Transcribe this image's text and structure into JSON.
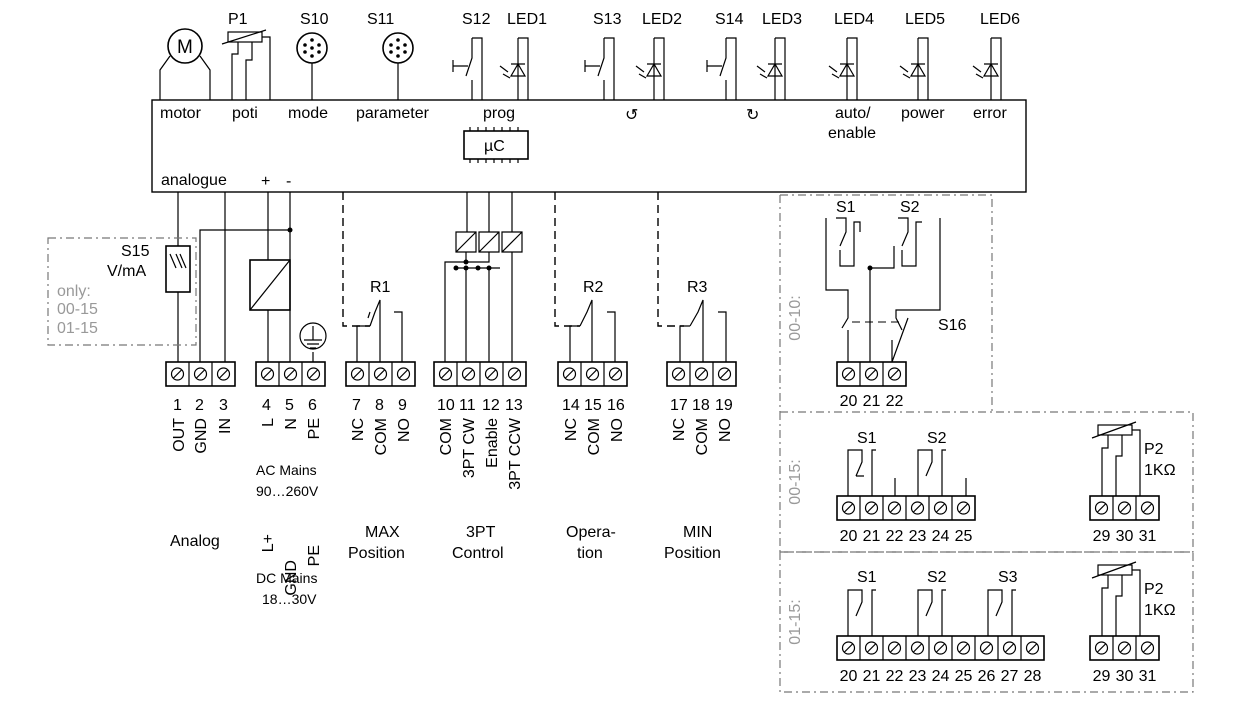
{
  "top_labels": [
    "P1",
    "S10",
    "S11",
    "S12",
    "LED1",
    "S13",
    "LED2",
    "S14",
    "LED3",
    "LED4",
    "LED5",
    "LED6"
  ],
  "motor_symbol": "M",
  "controller": {
    "labels": [
      "motor",
      "poti",
      "mode",
      "parameter",
      "prog"
    ],
    "ccw_symbol": "↺",
    "cw_symbol": "↻",
    "auto_line1": "auto/",
    "auto_line2": "enable",
    "power": "power",
    "error": "error",
    "uc": "µC",
    "analogue": "analogue",
    "plus": "+",
    "minus": "-"
  },
  "s15": {
    "name": "S15",
    "mode": "V/mA",
    "only": "only:",
    "v1": "00-15",
    "v2": "01-15"
  },
  "relays": {
    "r1": "R1",
    "r2": "R2",
    "r3": "R3"
  },
  "terminal_numbers": [
    "1",
    "2",
    "3",
    "4",
    "5",
    "6",
    "7",
    "8",
    "9",
    "10",
    "11",
    "12",
    "13",
    "14",
    "15",
    "16",
    "17",
    "18",
    "19"
  ],
  "terminal_funcs": {
    "t1": "OUT",
    "t2": "GND",
    "t3": "IN",
    "t4": "L",
    "t5": "N",
    "t6": "PE",
    "t7": "NC",
    "t8": "COM",
    "t9": "NO",
    "t10": "COM",
    "t11": "3PT CW",
    "t12": "Enable",
    "t13": "3PT CCW",
    "t14": "NC",
    "t15": "COM",
    "t16": "NO",
    "t17": "NC",
    "t18": "COM",
    "t19": "NO",
    "dc_lplus": "L+",
    "dc_gnd": "GND",
    "dc_pe": "PE"
  },
  "captions": {
    "ac1": "AC Mains",
    "ac2": "90…260V",
    "analog": "Analog",
    "dc1": "DC Mains",
    "dc2": "18…30V",
    "max1": "MAX",
    "max2": "Position",
    "ctl1": "3PT",
    "ctl2": "Control",
    "op1": "Opera-",
    "op2": "tion",
    "min1": "MIN",
    "min2": "Position"
  },
  "variant_0010": {
    "tag": "00-10:",
    "s1": "S1",
    "s2": "S2",
    "s16": "S16",
    "terminals": [
      "20",
      "21",
      "22"
    ]
  },
  "variant_0015": {
    "tag": "00-15:",
    "s1": "S1",
    "s2": "S2",
    "terminals": [
      "20",
      "21",
      "22",
      "23",
      "24",
      "25"
    ],
    "p2": "P2",
    "p2val": "1KΩ",
    "p2terminals": [
      "29",
      "30",
      "31"
    ]
  },
  "variant_0115": {
    "tag": "01-15:",
    "s1": "S1",
    "s2": "S2",
    "s3": "S3",
    "terminals": [
      "20",
      "21",
      "22",
      "23",
      "24",
      "25",
      "26",
      "27",
      "28"
    ],
    "p2": "P2",
    "p2val": "1KΩ",
    "p2terminals": [
      "29",
      "30",
      "31"
    ]
  }
}
